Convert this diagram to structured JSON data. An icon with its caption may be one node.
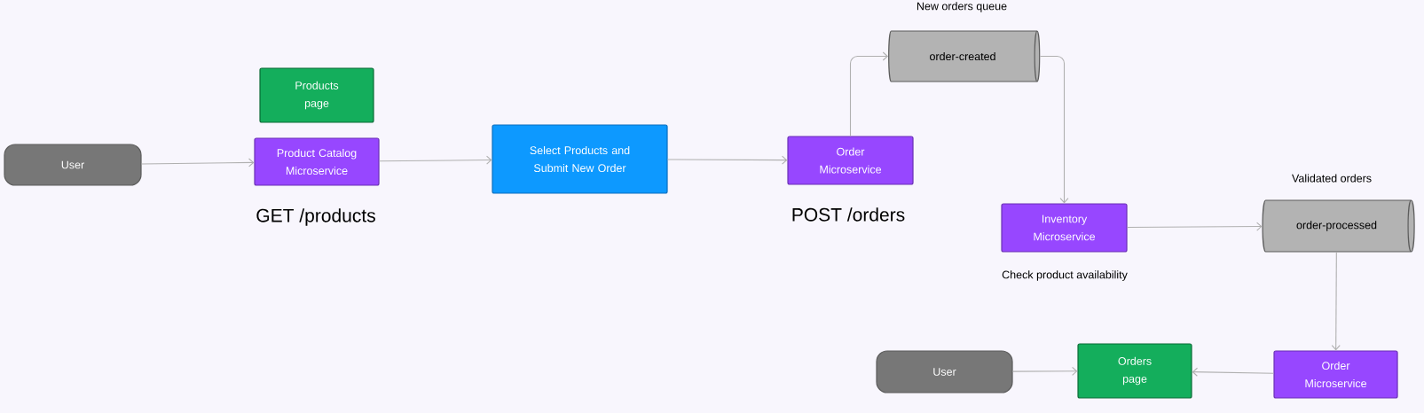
{
  "diagram": {
    "nodes": [
      {
        "text": [
          "User"
        ]
      },
      {
        "text": [
          "Products page"
        ]
      },
      {
        "text": [
          "Product Catalog Microservice"
        ],
        "beside": [
          "GET /products"
        ]
      },
      {
        "text": [
          "Select Products and Submit New Order"
        ]
      },
      {
        "text": [
          "Order Microservice"
        ],
        "beside": [
          "POST /orders"
        ]
      },
      {
        "text": [
          "order-created"
        ],
        "beside": [
          "New orders queue"
        ]
      },
      {
        "text": [
          "Inventory Microservice"
        ],
        "beside": [
          "Check product availability"
        ]
      },
      {
        "text": [
          "order-processed"
        ],
        "beside": [
          "Validated orders"
        ]
      },
      {
        "text": [
          "User"
        ]
      },
      {
        "text": [
          "Orders page"
        ]
      },
      {
        "text": [
          "Order Microservice"
        ]
      }
    ],
    "edges": [
      {
        "from": 0,
        "to": 2,
        "arrow": "to"
      },
      {
        "from": 2,
        "to": 3,
        "arrow": "to"
      },
      {
        "from": 3,
        "to": 4,
        "arrow": "to"
      },
      {
        "from": 4,
        "to": 5,
        "arrow": "to"
      },
      {
        "from": 5,
        "to": 6,
        "arrow": "to"
      },
      {
        "from": 6,
        "to": 7,
        "arrow": "to"
      },
      {
        "from": 7,
        "to": 10,
        "arrow": "to"
      },
      {
        "from": 8,
        "to": 9,
        "arrow": "to"
      },
      {
        "from": 10,
        "to": 9,
        "arrow": "to"
      }
    ]
  }
}
